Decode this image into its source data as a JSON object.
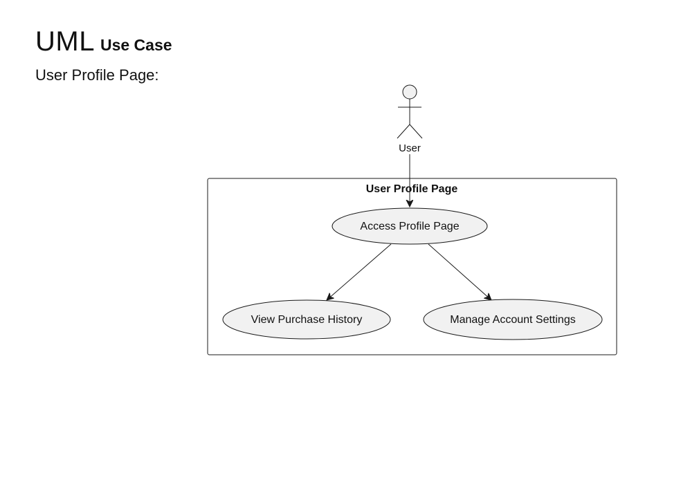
{
  "header": {
    "title": "UML",
    "subtitle": "Use Case"
  },
  "caption": "User Profile Page:",
  "diagram": {
    "actor": {
      "label": "User"
    },
    "system": {
      "title": "User Profile Page"
    },
    "use_cases": {
      "access_profile": "Access Profile Page",
      "view_history": "View Purchase History",
      "manage_settings": "Manage Account Settings"
    },
    "colors": {
      "line": "#181818",
      "fill": "#f1f1f1",
      "background": "#ffffff"
    }
  }
}
